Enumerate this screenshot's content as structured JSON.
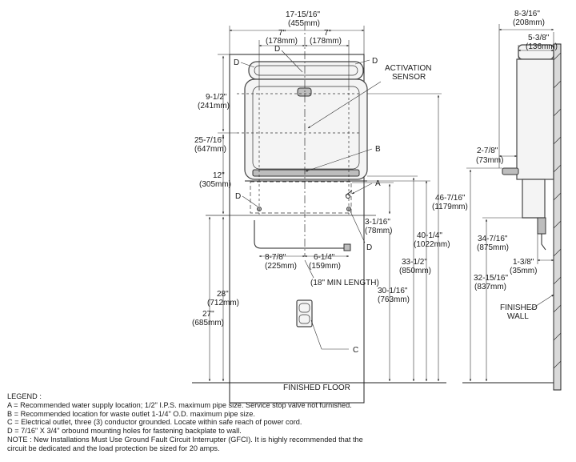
{
  "front_view": {
    "width": {
      "imperial": "17-15/16\"",
      "metric": "(455mm)"
    },
    "half_left": {
      "imperial": "7\"",
      "metric": "(178mm)"
    },
    "half_right": {
      "imperial": "7\"",
      "metric": "(178mm)"
    },
    "mount_top": {
      "imperial": "9-1/2\"",
      "metric": "(241mm)"
    },
    "mount_mid": {
      "imperial": "25-7/16\"",
      "metric": "(647mm)"
    },
    "mount_low": {
      "imperial": "12\"",
      "metric": "(305mm)"
    },
    "supply_height": {
      "imperial": "3-1/16\"",
      "metric": "(78mm)"
    },
    "offset_left": {
      "imperial": "8-7/8\"",
      "metric": "(225mm)"
    },
    "offset_right": {
      "imperial": "6-1/4\"",
      "metric": "(159mm)"
    },
    "min_length": "(18\" MIN LENGTH)",
    "h_28": {
      "imperial": "28\"",
      "metric": "(712mm)"
    },
    "h_27": {
      "imperial": "27\"",
      "metric": "(685mm)"
    },
    "h_30": {
      "imperial": "30-1/16\"",
      "metric": "(763mm)"
    },
    "h_33": {
      "imperial": "33-1/2\"",
      "metric": "(850mm)"
    },
    "h_40": {
      "imperial": "40-1/4\"",
      "metric": "(1022mm)"
    },
    "h_46": {
      "imperial": "46-7/16\"",
      "metric": "(1179mm)"
    },
    "activation_sensor": [
      "ACTIVATION",
      "SENSOR"
    ],
    "finished_floor": "FINISHED FLOOR",
    "labels": {
      "a": "A",
      "b": "B",
      "c": "C",
      "d": "D"
    }
  },
  "side_view": {
    "depth": {
      "imperial": "8-3/16\"",
      "metric": "(208mm)"
    },
    "depth_inner": {
      "imperial": "5-3/8\"",
      "metric": "(136mm)"
    },
    "spout": {
      "imperial": "2-7/8\"",
      "metric": "(73mm)"
    },
    "h_34": {
      "imperial": "34-7/16\"",
      "metric": "(875mm)"
    },
    "h_32": {
      "imperial": "32-15/16\"",
      "metric": "(837mm)"
    },
    "proj": {
      "imperial": "1-3/8\"",
      "metric": "(35mm)"
    },
    "finished_wall": [
      "FINISHED",
      "WALL"
    ]
  },
  "legend": {
    "title": "LEGEND :",
    "lines": [
      "A = Recommended water supply location; 1/2\" I.P.S. maximum pipe size. Service stop valve not furnished.",
      "B = Recommended location for waste outlet 1-1/4\" O.D. maximum pipe size.",
      "C = Electrical outlet, three (3) conductor grounded. Locate within safe reach of power cord.",
      "D = 7/16\" X 3/4\" orbound mounting holes for fastening backplate to wall.",
      "NOTE : New Installations Must Use Ground Fault Circuit Interrupter (GFCI). It is highly recommended that the",
      "circuit be dedicated and the load protection be sized for 20 amps."
    ]
  }
}
